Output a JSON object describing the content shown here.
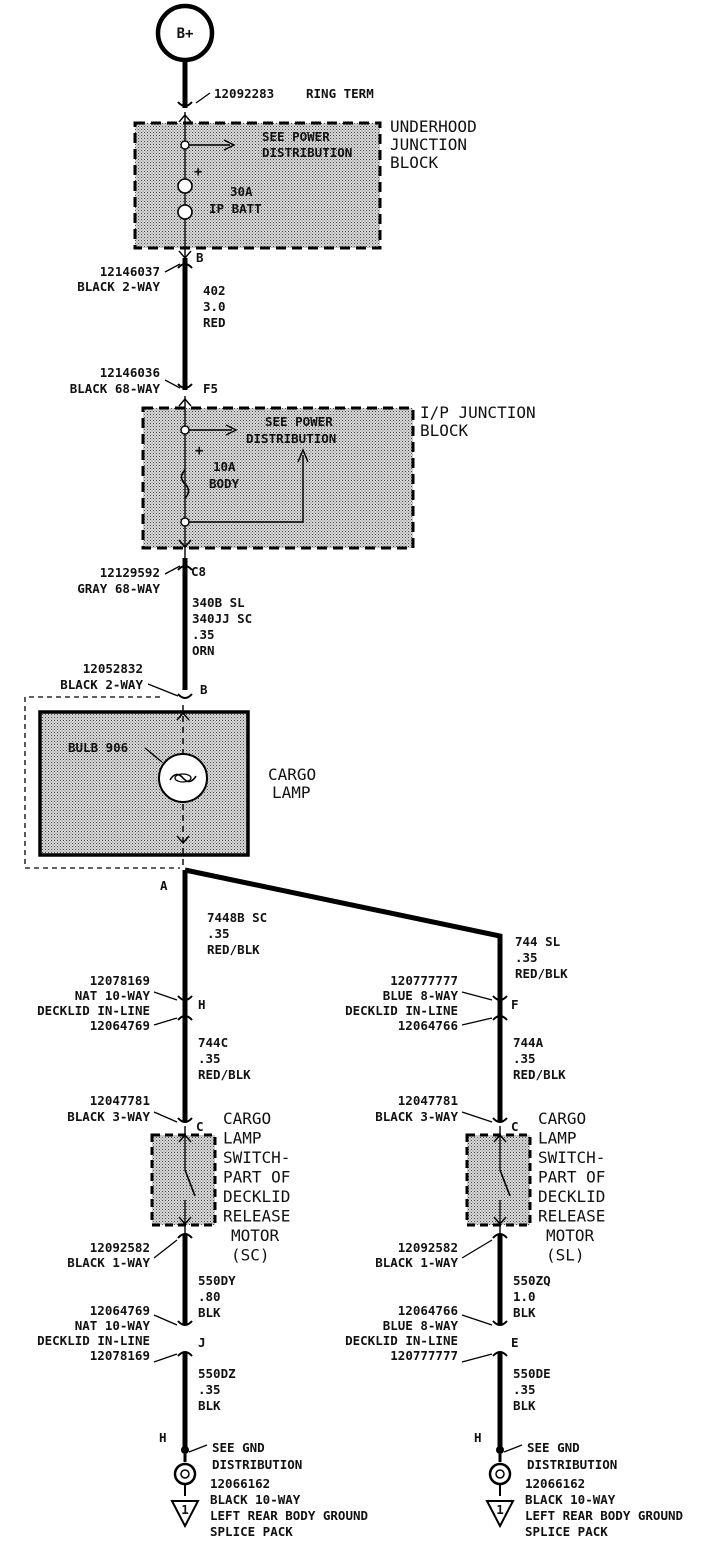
{
  "source": {
    "label": "B+"
  },
  "ring_term": {
    "part": "12092283",
    "desc": "RING TERM"
  },
  "underhood_block": {
    "name_lines": [
      "UNDERHOOD",
      "JUNCTION",
      "BLOCK"
    ],
    "see_lines": [
      "SEE POWER",
      "DISTRIBUTION"
    ],
    "fuse_lines": [
      "30A",
      "IP BATT"
    ],
    "plus": "+",
    "pin": "B"
  },
  "conn_12146037": {
    "lines": [
      "12146037",
      "BLACK 2-WAY"
    ]
  },
  "wire_402": {
    "lines": [
      "402",
      "3.0",
      "RED"
    ]
  },
  "conn_12146036": {
    "lines": [
      "12146036",
      "BLACK 68-WAY"
    ],
    "pin": "F5"
  },
  "ip_block": {
    "name_lines": [
      "I/P JUNCTION",
      "BLOCK"
    ],
    "see_lines": [
      "SEE POWER",
      "DISTRIBUTION"
    ],
    "fuse_lines": [
      "10A",
      "BODY"
    ],
    "plus": "+",
    "pin": "C8"
  },
  "conn_12129592": {
    "lines": [
      "12129592",
      "GRAY 68-WAY"
    ]
  },
  "wire_340": {
    "lines": [
      "340B SL",
      "340JJ SC",
      ".35",
      "ORN"
    ]
  },
  "conn_12052832": {
    "lines": [
      "12052832",
      "BLACK 2-WAY"
    ],
    "pin": "B"
  },
  "cargo_lamp": {
    "bulb": "BULB 906",
    "name_lines": [
      "CARGO",
      "LAMP"
    ],
    "pin": "A"
  },
  "wire_744bb": {
    "lines": [
      "7448B SC",
      ".35",
      "RED/BLK"
    ]
  },
  "wire_744sl": {
    "lines": [
      "744 SL",
      ".35",
      "RED/BLK"
    ]
  },
  "left_branch": {
    "inline_conn": {
      "lines": [
        "12078169",
        "NAT 10-WAY",
        "DECKLID IN-LINE",
        "12064769"
      ],
      "pin": "H"
    },
    "wire_mid": {
      "lines": [
        "744C",
        ".35",
        "RED/BLK"
      ]
    },
    "switch_conn": {
      "lines": [
        "12047781",
        "BLACK 3-WAY"
      ],
      "pin": "C"
    },
    "switch_name": [
      "CARGO",
      "LAMP",
      "SWITCH-",
      "PART OF",
      "DECKLID",
      "RELEASE",
      "MOTOR",
      "(SC)"
    ],
    "ground_conn": {
      "lines": [
        "12092582",
        "BLACK 1-WAY"
      ]
    },
    "wire_gnd1": {
      "lines": [
        "550DY",
        ".80",
        "BLK"
      ]
    },
    "inline_conn2": {
      "lines": [
        "12064769",
        "NAT 10-WAY",
        "DECKLID IN-LINE",
        "12078169"
      ],
      "pin": "J"
    },
    "wire_gnd2": {
      "lines": [
        "550DZ",
        ".35",
        "BLK"
      ]
    },
    "splice_pin": "H",
    "splice": {
      "lines": [
        "SEE GND",
        "DISTRIBUTION",
        "12066162",
        "BLACK 10-WAY",
        "LEFT REAR BODY GROUND",
        "SPLICE PACK"
      ]
    },
    "ground_num": "1"
  },
  "right_branch": {
    "inline_conn": {
      "lines": [
        "120777777",
        "BLUE 8-WAY",
        "DECKLID IN-LINE",
        "12064766"
      ],
      "pin": "F"
    },
    "wire_mid": {
      "lines": [
        "744A",
        ".35",
        "RED/BLK"
      ]
    },
    "switch_conn": {
      "lines": [
        "12047781",
        "BLACK 3-WAY"
      ],
      "pin": "C"
    },
    "switch_name": [
      "CARGO",
      "LAMP",
      "SWITCH-",
      "PART OF",
      "DECKLID",
      "RELEASE",
      "MOTOR",
      "(SL)"
    ],
    "ground_conn": {
      "lines": [
        "12092582",
        "BLACK 1-WAY"
      ]
    },
    "wire_gnd1": {
      "lines": [
        "550ZQ",
        "1.0",
        "BLK"
      ]
    },
    "inline_conn2": {
      "lines": [
        "12064766",
        "BLUE 8-WAY",
        "DECKLID IN-LINE",
        "120777777"
      ],
      "pin": "E"
    },
    "wire_gnd2": {
      "lines": [
        "550DE",
        ".35",
        "BLK"
      ]
    },
    "splice_pin": "H",
    "splice": {
      "lines": [
        "SEE GND",
        "DISTRIBUTION",
        "12066162",
        "BLACK 10-WAY",
        "LEFT REAR BODY GROUND",
        "SPLICE PACK"
      ]
    },
    "ground_num": "1"
  },
  "colors": {
    "wire": "#000000",
    "shade": "#bdbdbd"
  }
}
